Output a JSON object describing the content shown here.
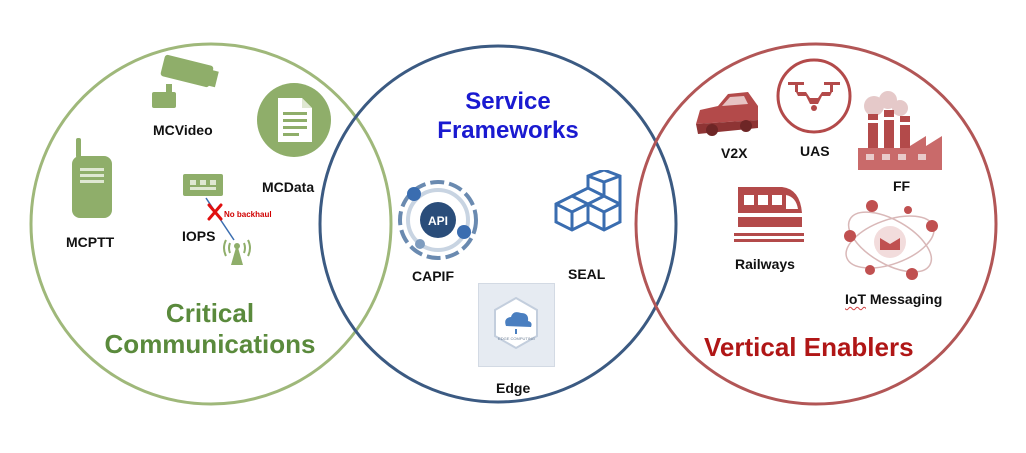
{
  "circles": {
    "critical": {
      "title_line1": "Critical",
      "title_line2": "Communications",
      "color": "#9fb87a",
      "title_color": "#5a8a3c"
    },
    "service": {
      "title_line1": "Service",
      "title_line2": "Frameworks",
      "color": "#3b5a82",
      "title_color": "#1a1ad0"
    },
    "vertical": {
      "title": "Vertical Enablers",
      "color": "#b25656",
      "title_color": "#b01616"
    }
  },
  "critical_items": {
    "mcvideo": "MCVideo",
    "mcdata": "MCData",
    "mcptt": "MCPTT",
    "iops": "IOPS",
    "no_backhaul": "No backhaul"
  },
  "service_items": {
    "capif": "CAPIF",
    "capif_api_text": "API",
    "seal": "SEAL",
    "edge": "Edge",
    "edge_card_text": "EDGE COMPUTING"
  },
  "vertical_items": {
    "v2x": "V2X",
    "uas": "UAS",
    "ff": "FF",
    "railways": "Railways",
    "iot": "IoT Messaging"
  },
  "colors": {
    "icon_green": "#8fae6a",
    "icon_red": "#b34a4a",
    "icon_blue": "#3a6db0"
  }
}
